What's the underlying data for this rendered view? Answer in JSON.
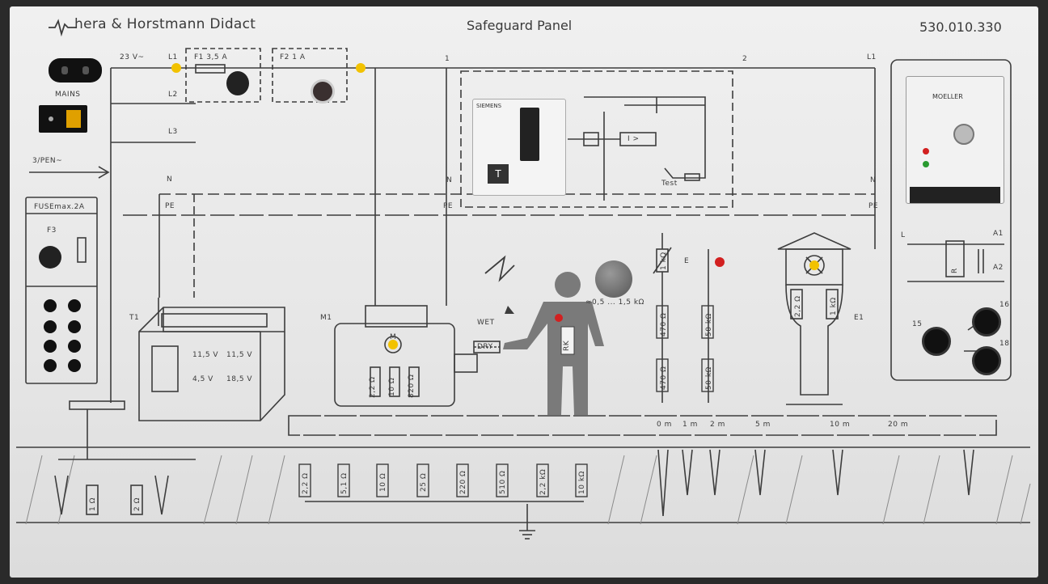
{
  "header": {
    "brand": "hera & Horstmann Didact",
    "title": "Safeguard Panel",
    "part_number": "530.010.330"
  },
  "supply": {
    "voltage": "23 V~",
    "mains": "MAINS",
    "three_phase": "3/PEN~",
    "lines": [
      "L1",
      "L2",
      "L3"
    ],
    "n": "N",
    "pe": "PE",
    "fuse1": "F1 3,5 A",
    "fuse2": "F2 1 A",
    "fusemax": "FUSEmax.2A",
    "f3": "F3"
  },
  "rcd": {
    "brand": "SIEMENS",
    "test_button": "T",
    "test_label": "Test",
    "node_1": "1",
    "node_2": "2",
    "ri": "I >"
  },
  "transformer": {
    "label": "T1",
    "taps": [
      "11,5 V",
      "11,5 V",
      "4,5 V",
      "18,5 V"
    ]
  },
  "motor": {
    "label": "M1",
    "symbol": "M",
    "resistors": [
      "2,2 Ω",
      "10 Ω",
      "820 Ω"
    ],
    "wet": "WET",
    "dry": "DRY"
  },
  "person": {
    "rk": "RK",
    "pot_range": "≈0,5 ... 1,5 kΩ"
  },
  "insulation": {
    "r1": "1 kΩ",
    "e": "E",
    "left_res": [
      "470 Ω",
      "470 Ω"
    ],
    "right_res": [
      "50 kΩ",
      "50 kΩ"
    ]
  },
  "lamp": {
    "label": "E1",
    "res": [
      "2,2 Ω",
      "1 kΩ"
    ]
  },
  "relay": {
    "brand": "MOELLER",
    "l": "L",
    "a1": "A1",
    "a2": "A2",
    "r": "R",
    "t15": "15",
    "t16": "16",
    "t18": "18"
  },
  "earth": {
    "electrodes": [
      "1 Ω",
      "2 Ω"
    ],
    "floor_res": [
      "2,2 Ω",
      "5,1 Ω",
      "10 Ω",
      "25 Ω",
      "220 Ω",
      "510 Ω",
      "2,2 kΩ",
      "10 kΩ"
    ],
    "distances": [
      "0 m",
      "1 m",
      "2 m",
      "5 m",
      "10 m",
      "20 m"
    ]
  },
  "colors": {
    "panel": "#e9e9e9",
    "ink": "#3a3a3a",
    "lamp_yellow": "#f2c200",
    "lamp_red": "#d22020",
    "socket": "#1a1a1a"
  }
}
